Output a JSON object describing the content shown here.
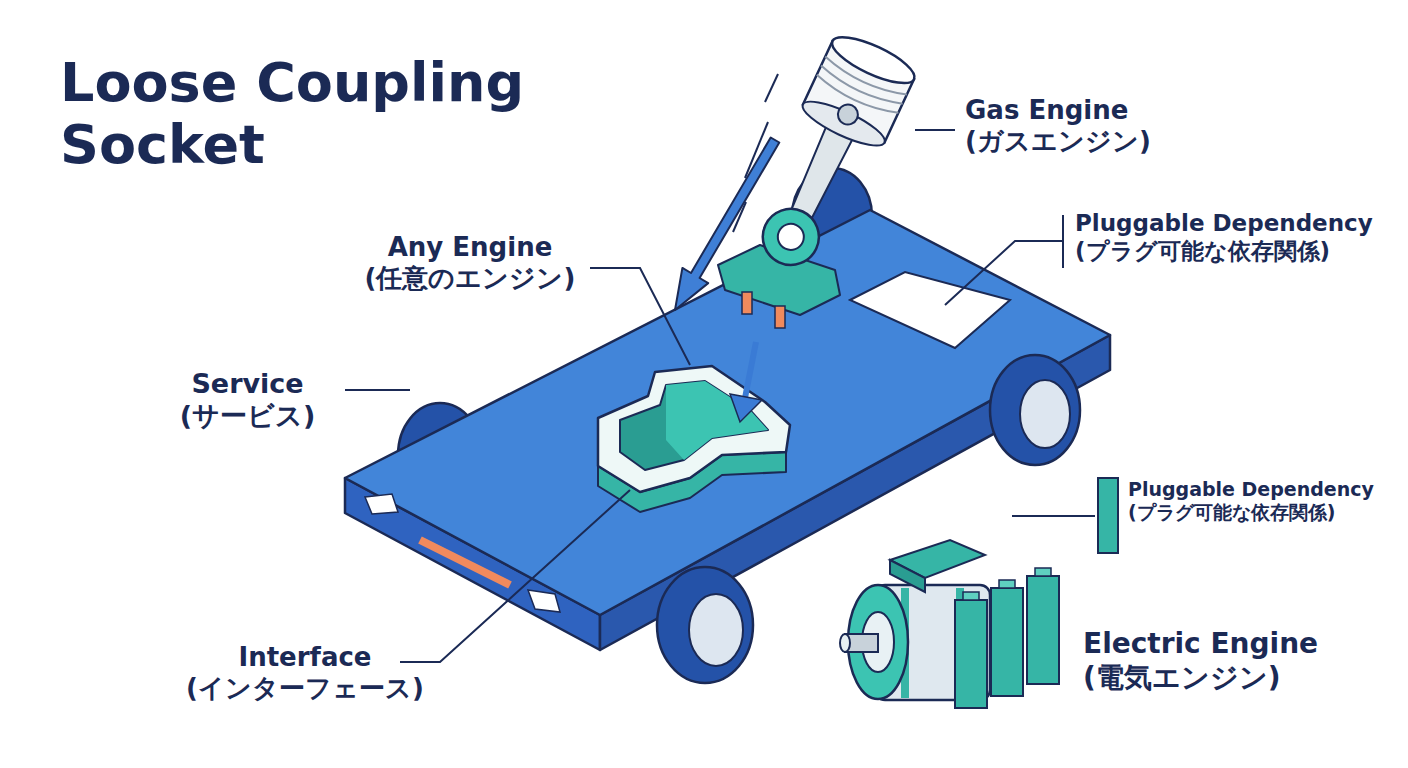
{
  "diagram": {
    "title": "Loose Coupling Socket",
    "labels": [
      "Gas Engine (ガスエンジン)",
      "Pluggable Dependency (プラグ可能な依存関係)",
      "Any Engine (任意のエンジン)",
      "Service (サービス)",
      "Pluggable Dependency (プラグ可能な依存関係)",
      "Interface (インターフェース)",
      "Electric Engine (電気エンジン)"
    ]
  }
}
